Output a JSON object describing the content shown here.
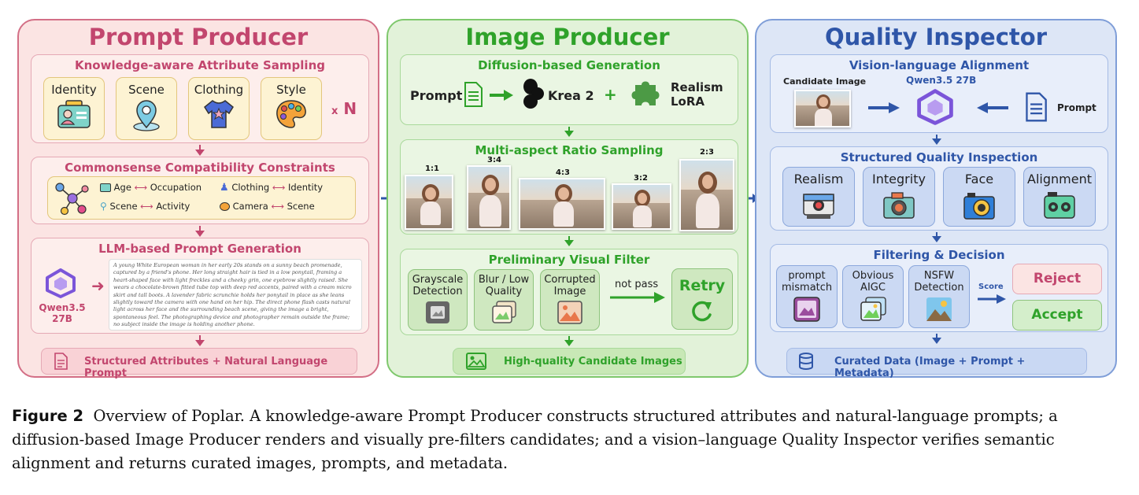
{
  "prompt_producer": {
    "title": "Prompt Producer",
    "attr_sampling": {
      "title": "Knowledge-aware Attribute Sampling",
      "items": [
        "Identity",
        "Scene",
        "Clothing",
        "Style"
      ],
      "multiplier": "N"
    },
    "constraints": {
      "title": "Commonsense Compatibility Constraints",
      "pairs": [
        {
          "a": "Age",
          "b": "Occupation"
        },
        {
          "a": "Clothing",
          "b": "Identity"
        },
        {
          "a": "Scene",
          "b": "Activity"
        },
        {
          "a": "Camera",
          "b": "Scene"
        }
      ]
    },
    "llm_gen": {
      "title": "LLM-based Prompt Generation",
      "model": "Qwen3.5 27B",
      "sample_prompt": "A young White European woman in her early 20s stands on a sunny beach promenade, captured by a friend's phone. Her long straight hair is tied in a low ponytail, framing a heart-shaped face with light freckles and a cheeky grin, one eyebrow slightly raised. She wears a chocolate-brown fitted tube top with deep red accents, paired with a cream micro skirt and tall boots. A lavender fabric scrunchie holds her ponytail in place as she leans slightly toward the camera with one hand on her hip. The direct phone flash casts natural light across her face and the surrounding beach scene, giving the image a bright, spontaneous feel. The photographing device and photographer remain outside the frame; no subject inside the image is holding another phone."
    },
    "output": "Structured Attributes + Natural Language Prompt"
  },
  "image_producer": {
    "title": "Image Producer",
    "diffusion": {
      "title": "Diffusion-based Generation",
      "prompt_label": "Prompt",
      "model": "Krea 2",
      "plus": "+",
      "lora": "Realism LoRA"
    },
    "ratio_sampling": {
      "title": "Multi-aspect Ratio Sampling",
      "ratios": [
        "1:1",
        "3:4",
        "4:3",
        "3:2",
        "2:3"
      ]
    },
    "visual_filter": {
      "title": "Preliminary Visual Filter",
      "filters": [
        "Grayscale Detection",
        "Blur / Low Quality",
        "Corrupted Image"
      ],
      "not_pass": "not pass",
      "retry": "Retry"
    },
    "output": "High-quality Candidate Images"
  },
  "quality_inspector": {
    "title": "Quality Inspector",
    "alignment": {
      "title": "Vision-language Alignment",
      "candidate_label": "Candidate Image",
      "model": "Qwen3.5 27B",
      "prompt_label": "Prompt"
    },
    "inspection": {
      "title": "Structured Quality Inspection",
      "items": [
        "Realism",
        "Integrity",
        "Face",
        "Alignment"
      ]
    },
    "decision": {
      "title": "Filtering & Decision",
      "checks": [
        "prompt mismatch",
        "Obvious AIGC",
        "NSFW Detection"
      ],
      "score_label": "Score",
      "reject": "Reject",
      "accept": "Accept"
    },
    "output": "Curated Data (Image + Prompt + Metadata)"
  },
  "caption": {
    "label": "Figure 2",
    "text": "Overview of Poplar. A knowledge-aware Prompt Producer constructs structured attributes and natural-language prompts; a diffusion-based Image Producer renders and visually pre-filters candidates; and a vision–language Quality Inspector verifies semantic alignment and returns curated images, prompts, and metadata."
  },
  "colors": {
    "pink": "#c2466e",
    "pink_bg": "#fbe4e3",
    "green": "#34a82a",
    "green_bg": "#e2f2d9",
    "blue": "#2f56a8",
    "blue_bg": "#dde6f6"
  }
}
